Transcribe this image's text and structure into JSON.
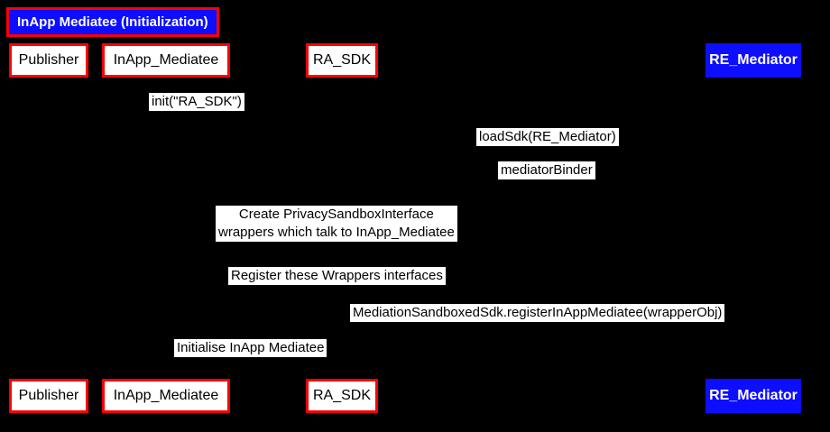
{
  "title": "InApp Mediatee (Initialization)",
  "participants": [
    {
      "name": "Publisher"
    },
    {
      "name": "InApp_Mediatee"
    },
    {
      "name": "RA_SDK"
    },
    {
      "name": "RE_Mediator"
    }
  ],
  "messages": [
    {
      "text": "init(\"RA_SDK\")"
    },
    {
      "text": "loadSdk(RE_Mediator)"
    },
    {
      "text": "mediatorBinder"
    },
    {
      "text": "Create PrivacySandboxInterface\nwrappers which talk to InApp_Mediatee"
    },
    {
      "text": "Register these Wrappers interfaces"
    },
    {
      "text": "MediationSandboxedSdk.registerInAppMediatee(wrapperObj)"
    },
    {
      "text": "Initialise InApp Mediatee"
    }
  ],
  "colors": {
    "background": "#000000",
    "participant_bg": "#ffffff",
    "participant_border": "#ff0000",
    "participant_text": "#000000",
    "mediator_bg": "#0d0dff",
    "mediator_text": "#ffffff",
    "title_bg": "#0d0dff",
    "title_text": "#ffffff",
    "title_border": "#ff0000",
    "message_bg": "#ffffff",
    "message_text": "#000000"
  }
}
